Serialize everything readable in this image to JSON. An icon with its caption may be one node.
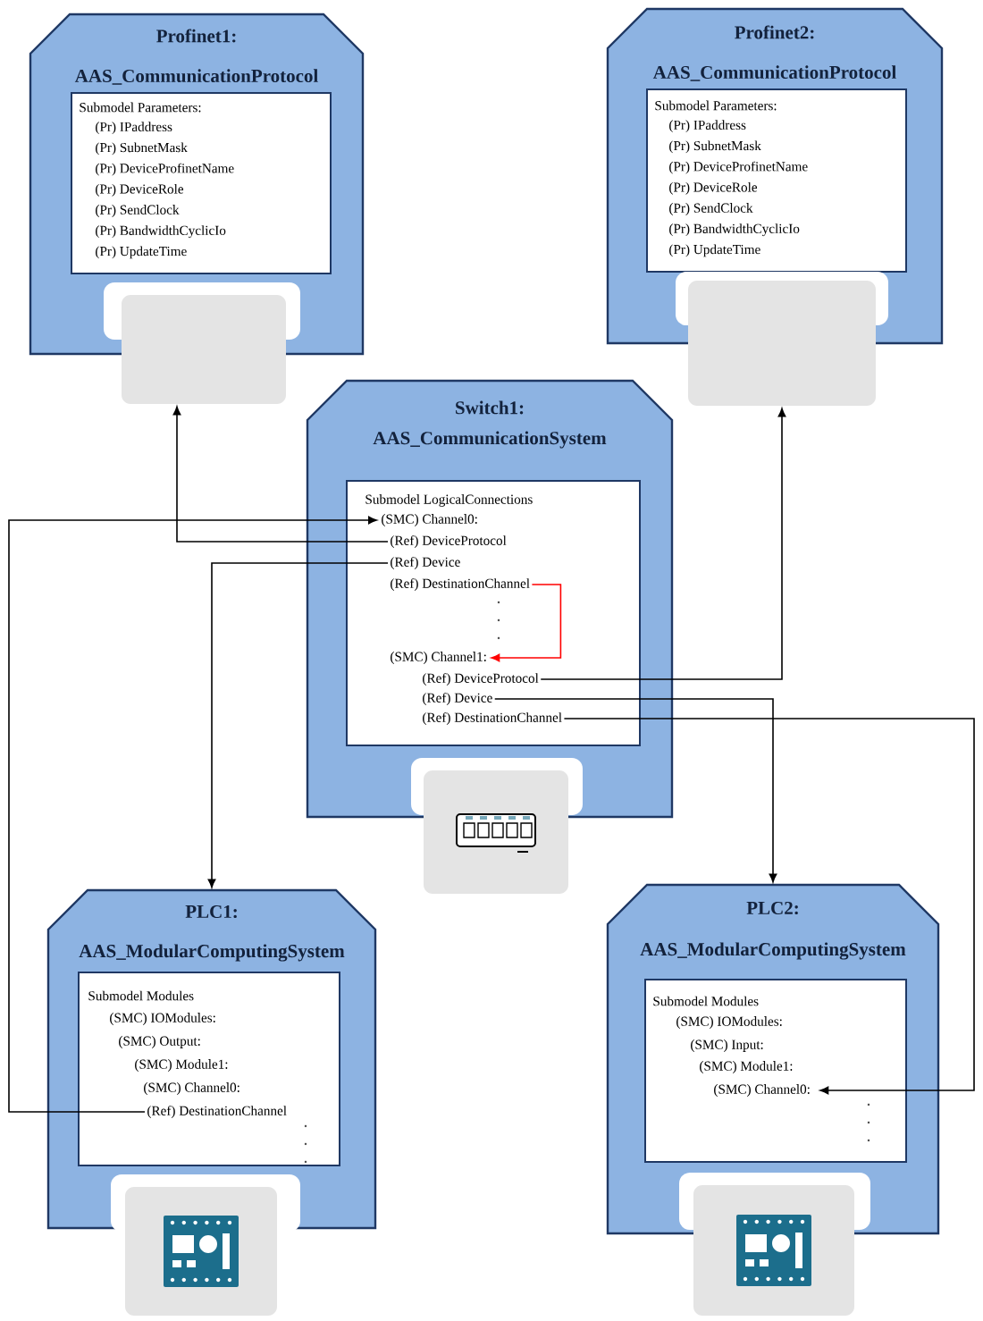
{
  "diagram": {
    "nodes": [
      {
        "text": [
          "Profinet1:",
          "AAS_CommunicationProtocol"
        ]
      },
      {
        "text": [
          "Submodel Parameters:",
          "(Pr) IPaddress",
          "(Pr) SubnetMask",
          "(Pr) DeviceProfinetName",
          "(Pr) DeviceRole",
          "(Pr) SendClock",
          "(Pr) BandwidthCyclicIo",
          "(Pr) UpdateTime"
        ],
        "in": 0
      },
      {
        "text": [],
        "shape": "box"
      },
      {
        "text": [
          "Profinet2:",
          "AAS_CommunicationProtocol"
        ]
      },
      {
        "text": [
          "Submodel Parameters:",
          "(Pr) IPaddress",
          "(Pr) SubnetMask",
          "(Pr) DeviceProfinetName",
          "(Pr) DeviceRole",
          "(Pr) SendClock",
          "(Pr) BandwidthCyclicIo",
          "(Pr) UpdateTime"
        ],
        "in": 3
      },
      {
        "text": [],
        "shape": "box"
      },
      {
        "text": [
          "Switch1:",
          "AAS_CommunicationSystem"
        ]
      },
      {
        "text": [],
        "shape": "box",
        "in": 6
      },
      {
        "text": [
          "Submodel LogicalConnections"
        ],
        "in": 7
      },
      {
        "text": [
          "(SMC) Channel0:"
        ],
        "in": 7
      },
      {
        "text": [
          "(Ref) DeviceProtocol"
        ],
        "in": 7
      },
      {
        "text": [
          "(Ref) Device"
        ],
        "in": 7
      },
      {
        "text": [
          "(Ref) DestinationChannel"
        ],
        "in": 7
      },
      {
        "text": [
          "(SMC) Channel1:"
        ],
        "in": 7
      },
      {
        "text": [
          "(Ref) DeviceProtocol"
        ],
        "in": 7
      },
      {
        "text": [
          "(Ref) Device"
        ],
        "in": 7
      },
      {
        "text": [
          "(Ref) DestinationChannel"
        ],
        "in": 7
      },
      {
        "text": [],
        "shape": "box"
      },
      {
        "text": [
          "PLC1:",
          "AAS_ModularComputingSystem"
        ]
      },
      {
        "text": [],
        "shape": "box",
        "in": 18
      },
      {
        "text": [
          "Submodel Modules"
        ],
        "in": 19
      },
      {
        "text": [
          "(SMC) IOModules:"
        ],
        "in": 19
      },
      {
        "text": [
          "(SMC) Output:"
        ],
        "in": 19
      },
      {
        "text": [
          "(SMC) Module1:"
        ],
        "in": 19
      },
      {
        "text": [
          "(SMC) Channel0:"
        ],
        "in": 19
      },
      {
        "text": [
          "(Ref) DestinationChannel"
        ],
        "in": 19
      },
      {
        "text": [],
        "shape": "box"
      },
      {
        "text": [
          "PLC2:",
          "AAS_ModularComputingSystem"
        ]
      },
      {
        "text": [],
        "shape": "box",
        "in": 27
      },
      {
        "text": [
          "Submodel Modules"
        ],
        "in": 28
      },
      {
        "text": [
          "(SMC) IOModules:"
        ],
        "in": 28
      },
      {
        "text": [
          "(SMC) Input:"
        ],
        "in": 28
      },
      {
        "text": [
          "(SMC) Module1:"
        ],
        "in": 28
      },
      {
        "text": [
          "(SMC) Channel0:"
        ],
        "in": 28
      },
      {
        "text": [],
        "shape": "box"
      }
    ],
    "edges": [
      {
        "from": 10,
        "to": 2,
        "arrow": "to"
      },
      {
        "from": 11,
        "to": 18,
        "arrow": "to"
      },
      {
        "from": 25,
        "to": 9,
        "arrow": "to"
      },
      {
        "from": 12,
        "to": 13,
        "arrow": "to",
        "color": "#ff0000"
      },
      {
        "from": 14,
        "to": 5,
        "arrow": "to"
      },
      {
        "from": 15,
        "to": 27,
        "arrow": "to"
      },
      {
        "from": 16,
        "to": 33,
        "arrow": "to"
      }
    ]
  }
}
